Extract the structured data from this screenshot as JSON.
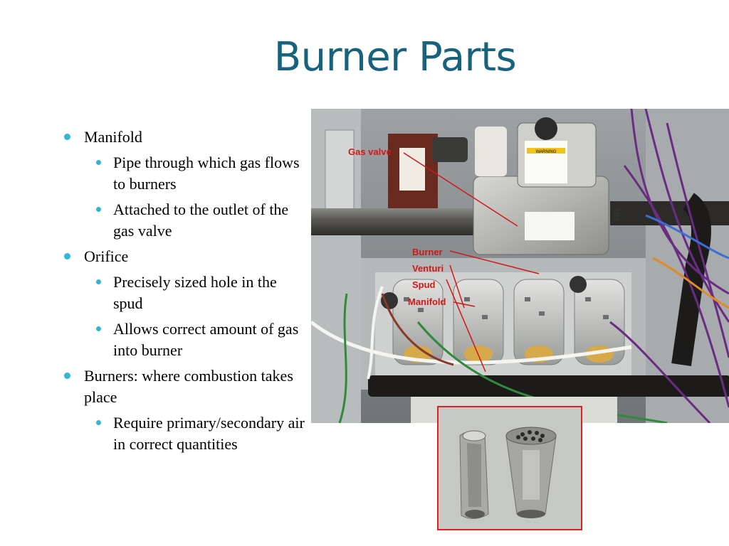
{
  "slide": {
    "title": "Burner Parts",
    "bullets": [
      {
        "text": "Manifold",
        "children": [
          {
            "text": "Pipe through which gas flows to burners"
          },
          {
            "text": "Attached to the outlet of the gas valve"
          }
        ]
      },
      {
        "text": "Orifice",
        "children": [
          {
            "text": "Precisely sized hole in the spud"
          },
          {
            "text": "Allows correct amount of gas into burner"
          }
        ]
      },
      {
        "text": "Burners: where combustion takes place",
        "children": [
          {
            "text": "Require primary/secondary air in correct quantities"
          }
        ]
      }
    ]
  },
  "photo": {
    "annotations": {
      "gas_valve": "Gas valve",
      "burner": "Burner",
      "venturi": "Venturi",
      "spud": "Spud",
      "manifold": "Manifold"
    },
    "label_warning": "WARNING",
    "label_nh": "NH",
    "bullet_color": "#2fb8d4",
    "title_color": "#17627f",
    "annotation_color": "#d11818"
  }
}
